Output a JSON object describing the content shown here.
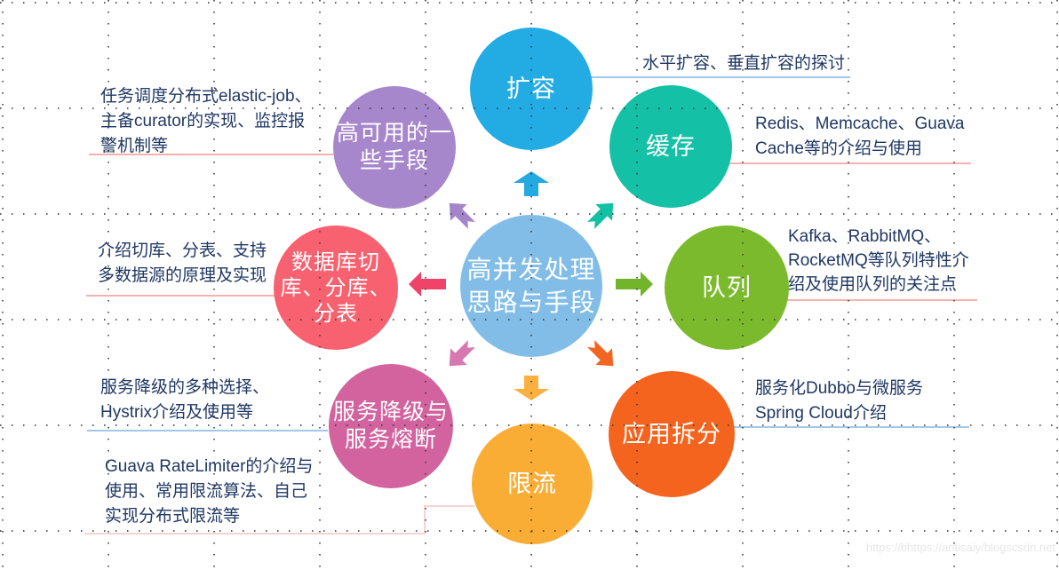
{
  "palette": {
    "connector_pink": "#F2B3AF",
    "connector_pink_light": "#F8D3D3",
    "connector_blue": "#A5C8E8",
    "note_text": "#1F3864",
    "grid_dot": "#3A3A3A",
    "watermark_gray": "#E7E7E7"
  },
  "center": {
    "color": "#82BDE7",
    "lines": [
      "高并发处理",
      "思路与手段"
    ]
  },
  "nodes": {
    "scale_out": {
      "label": "扩容",
      "color": "#23ACE3"
    },
    "cache": {
      "label": "缓存",
      "color": "#14C0A6"
    },
    "queue": {
      "label": "队列",
      "color": "#7CBA2D"
    },
    "app_split": {
      "label": "应用拆分",
      "color": "#F4641E"
    },
    "rate_limit": {
      "label": "限流",
      "color": "#FAAD35"
    },
    "degrade": {
      "color": "#D2639E",
      "lines": [
        "服务降级与",
        "服务熔断"
      ]
    },
    "db_shard": {
      "color": "#F8616F",
      "lines": [
        "数据库切",
        "库、分库、",
        "分表"
      ]
    },
    "high_avail": {
      "color": "#A787CB",
      "lines": [
        "高可用的一",
        "些手段"
      ]
    }
  },
  "arrows": {
    "up": {
      "color": "#24A9E0"
    },
    "down": {
      "color": "#FBB040"
    },
    "left": {
      "color": "#EF4368"
    },
    "right": {
      "color": "#72B52B"
    },
    "ne": {
      "color": "#12C0A4"
    },
    "nw": {
      "color": "#A585CA"
    },
    "se": {
      "color": "#F26522"
    },
    "sw": {
      "color": "#D878B0"
    }
  },
  "notes": {
    "scale_out": {
      "lines": [
        "水平扩容、垂直扩容的探讨"
      ]
    },
    "cache": {
      "lines": [
        "Redis、Memcache、Guava",
        "Cache等的介绍与使用"
      ]
    },
    "queue": {
      "lines": [
        "Kafka、RabbitMQ、",
        "RocketMQ等队列特性介",
        "绍及使用队列的关注点"
      ]
    },
    "app_split": {
      "lines": [
        "服务化Dubbo与微服务",
        "Spring Cloud介绍"
      ]
    },
    "rate_limit": {
      "lines": [
        "Guava RateLimiter的介绍与",
        "使用、常用限流算法、自己",
        "实现分布式限流等"
      ]
    },
    "degrade": {
      "lines": [
        "服务降级的多种选择、",
        "Hystrix介绍及使用等"
      ]
    },
    "db_shard": {
      "lines": [
        "介绍切库、分表、支持",
        "多数据源的原理及实现"
      ]
    },
    "high_avail": {
      "lines": [
        "任务调度分布式elastic-job、",
        "主备curator的实现、监控报",
        "警机制等"
      ]
    }
  },
  "watermark": "https://bhttps://antisaiy/blogscsdn.net"
}
